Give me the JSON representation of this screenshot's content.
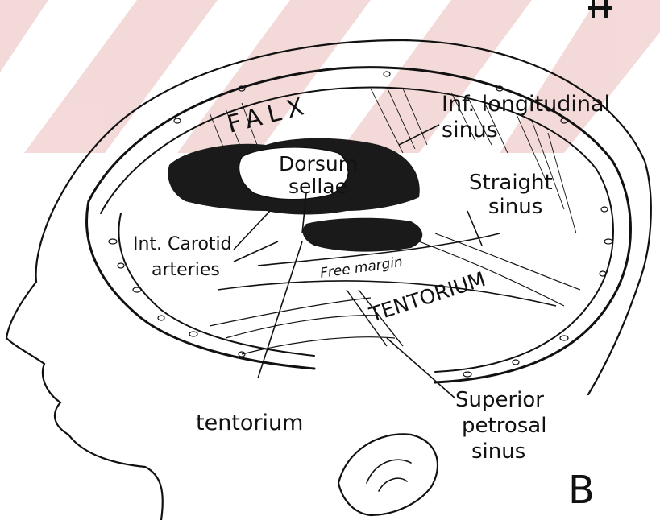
{
  "figure": {
    "panel_letter": "B",
    "watermark_color": "#c0392b"
  },
  "labels": {
    "falx": "FALX",
    "inf_longitudinal_line1": "Inf. longitudinal",
    "inf_longitudinal_line2": "sinus",
    "dorsum_line1": "Dorsum",
    "dorsum_line2": "sellae",
    "straight_line1": "Straight",
    "straight_line2": "sinus",
    "carotid_line1": "Int. Carotid",
    "carotid_line2": "arteries",
    "free_margin": "Free margin",
    "tentorium_caps": "TENTORIUM",
    "tentorium_lower": "tentorium",
    "superior_line1": "Superior",
    "superior_line2": "petrosal",
    "superior_line3": "sinus"
  }
}
